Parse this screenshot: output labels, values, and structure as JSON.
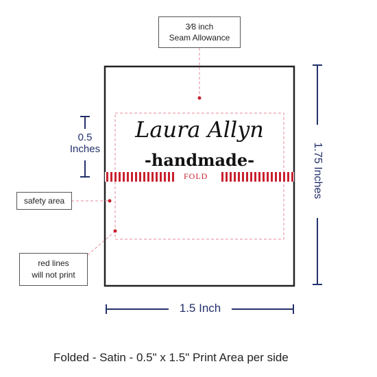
{
  "seam_callout": {
    "line1": "3⁄8 inch",
    "line2": "Seam Allowance"
  },
  "height_small": {
    "value": "0.5",
    "unit": "Inches"
  },
  "height_total": "1.75 Inches",
  "width_label": "1.5 Inch",
  "safety_callout": "safety area",
  "red_lines_callout": {
    "line1": "red lines",
    "line2": "will not print"
  },
  "label_text": {
    "name": "Laura Allyn",
    "tagline": "-handmade-",
    "fold": "FOLD"
  },
  "caption": "Folded - Satin - 0.5\" x 1.5\" Print Area per side",
  "colors": {
    "navy": "#23306b",
    "red": "#c8202f",
    "border": "#222222"
  }
}
